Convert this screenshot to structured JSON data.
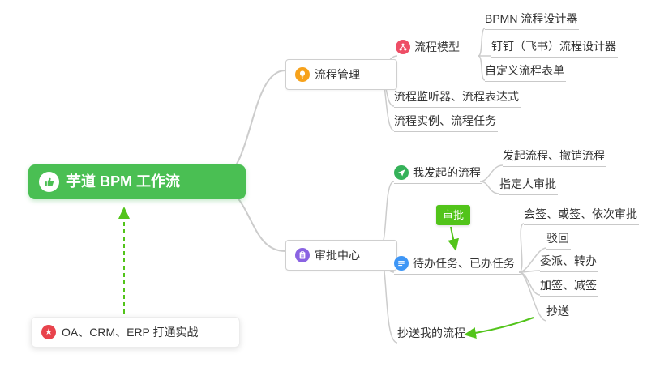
{
  "root": {
    "label": "芋道 BPM 工作流"
  },
  "process_management": {
    "label": "流程管理",
    "process_model": {
      "label": "流程模型",
      "bpmn_designer": "BPMN 流程设计器",
      "dingtalk_designer": "钉钉（飞书）流程设计器",
      "custom_form": "自定义流程表单"
    },
    "listener_expression": "流程监听器、流程表达式",
    "instance_task": "流程实例、流程任务"
  },
  "approval_center": {
    "label": "审批中心",
    "my_initiated": {
      "label": "我发起的流程",
      "initiate_cancel": "发起流程、撤销流程",
      "assignee_approval": "指定人审批"
    },
    "approval_badge": "审批",
    "todo_done": {
      "label": "待办任务、已办任务",
      "countersign": "会签、或签、依次审批",
      "reject": "驳回",
      "delegate_transfer": "委派、转办",
      "add_remove_sign": "加签、减签",
      "cc": "抄送"
    },
    "cc_my_process": "抄送我的流程"
  },
  "note": {
    "label": "OA、CRM、ERP 打通实战",
    "star": "★"
  },
  "icons": {
    "root": "thumbs-up-icon",
    "process_management": "lightbulb-icon",
    "process_model": "share-nodes-icon",
    "approval_center": "clipboard-icon",
    "my_initiated": "paper-plane-icon",
    "todo_done": "task-list-icon",
    "note": "star-icon"
  },
  "colors": {
    "root_bg": "#4abf53",
    "connector": "#cccccc",
    "underline": "#c9c9c9",
    "arrow_green": "#52c41a",
    "badge_bg": "#52c41a",
    "icon_orange": "#f7a21b",
    "icon_red_pink": "#ee4e66",
    "icon_purple": "#8a63e2",
    "icon_green": "#35b259",
    "icon_blue": "#3e96f6",
    "icon_star_red": "#e8434c",
    "text": "#333333"
  }
}
